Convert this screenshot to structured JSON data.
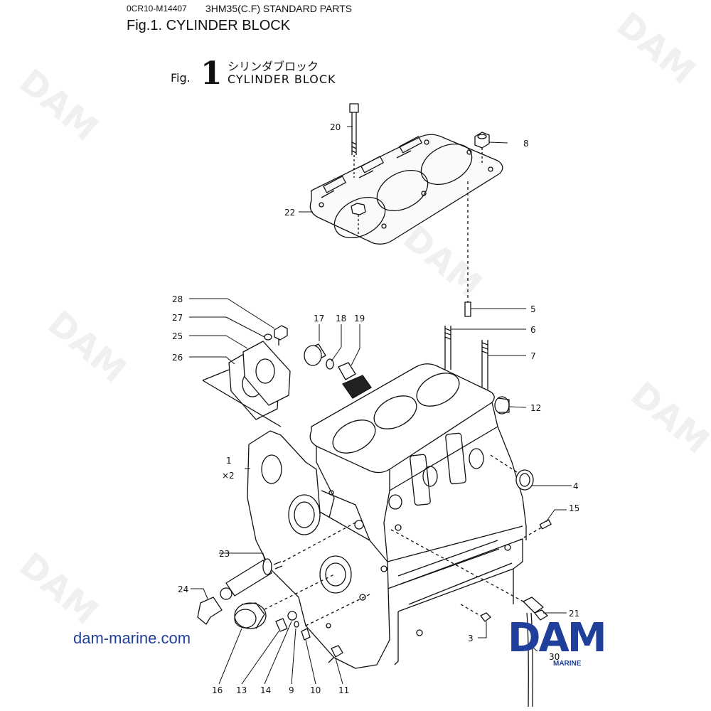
{
  "header": {
    "code": "0CR10-M14407",
    "title": "3HM35(C.F) STANDARD PARTS",
    "figure": "Fig.1.  CYLINDER BLOCK"
  },
  "figure_label": {
    "word": "Fig.",
    "number": "1",
    "title_jp": "シリンダブロック",
    "title_en": "CYLINDER BLOCK"
  },
  "callouts": {
    "c1": "1",
    "c1x": "×2",
    "c3": "3",
    "c4": "4",
    "c5": "5",
    "c6": "6",
    "c7": "7",
    "c8": "8",
    "c9": "9",
    "c10": "10",
    "c11": "11",
    "c12": "12",
    "c13": "13",
    "c14": "14",
    "c15": "15",
    "c16": "16",
    "c17": "17",
    "c18": "18",
    "c19": "19",
    "c20": "20",
    "c21": "21",
    "c22": "22",
    "c23": "23",
    "c24": "24",
    "c25": "25",
    "c26": "26",
    "c27": "27",
    "c28": "28",
    "c30": "30"
  },
  "footer": {
    "website": "dam-marine.com",
    "logo_text": "DAM",
    "logo_sub": "MARINE"
  },
  "watermark": "DAM",
  "colors": {
    "brand": "#1f3f9a",
    "line": "#111111"
  }
}
